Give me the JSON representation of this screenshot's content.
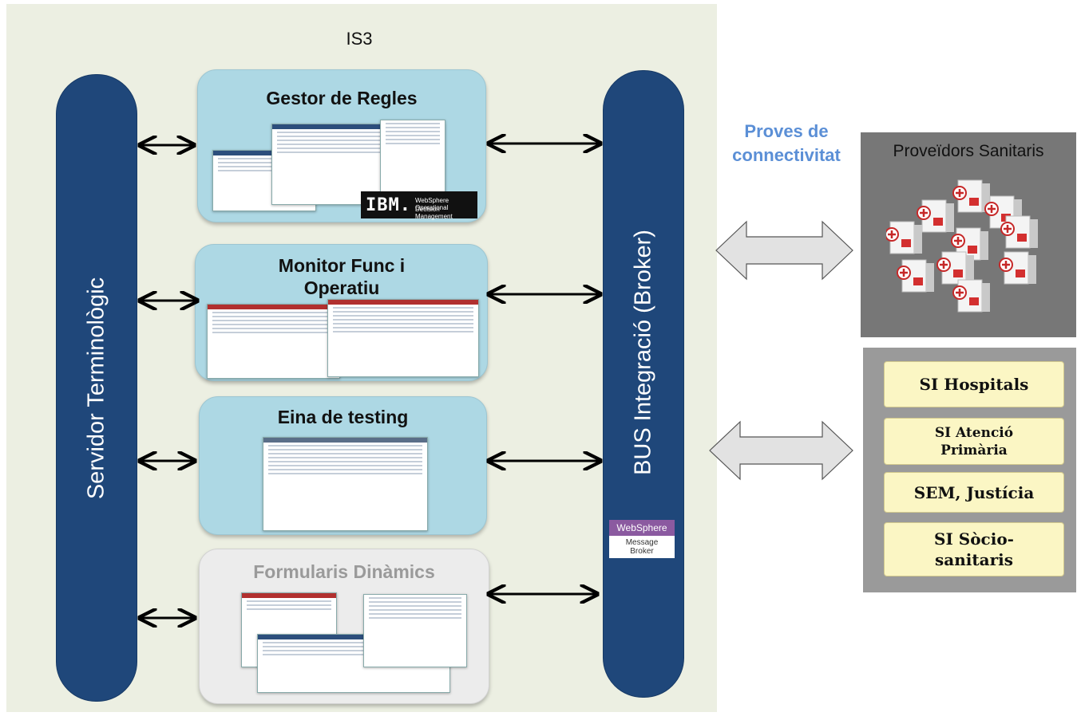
{
  "is3_title": "IS3",
  "servidor_label": "Servidor Terminològic",
  "bus_label": "BUS Integració (Broker)",
  "boxes": [
    {
      "title": "Gestor de Regles"
    },
    {
      "title": "Monitor Func i Operatiu"
    },
    {
      "title": "Eina de testing"
    },
    {
      "title": "Formularis Dinàmics"
    }
  ],
  "ibm": {
    "logo": "IBM.",
    "text1": "WebSphere Operational",
    "text2": "Decision Management"
  },
  "websphere": {
    "top": "WebSphere",
    "bottom1": "Message",
    "bottom2": "Broker"
  },
  "proves": {
    "line1": "Proves de",
    "line2": "connectivitat"
  },
  "proveidors_title": "Proveïdors Sanitaris",
  "si_items": [
    {
      "line1": "SI Hospitals",
      "line2": ""
    },
    {
      "line1": "SI Atenció",
      "line2": "Primària"
    },
    {
      "line1": "SEM, Justícia",
      "line2": ""
    },
    {
      "line1": "SI Sòcio-",
      "line2": "sanitaris"
    }
  ],
  "colors": {
    "bus": "#1f477a",
    "box": "#add8e4",
    "panel": "#ecefe2",
    "proves": "#5b8fd6",
    "si": "#fbf6c4"
  }
}
